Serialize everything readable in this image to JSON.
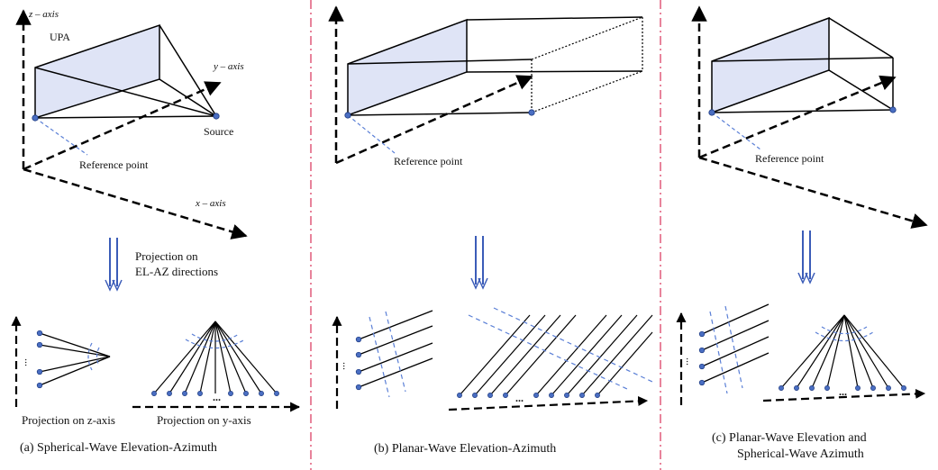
{
  "panel_a": {
    "axis_z": "z – axis",
    "axis_y": "y – axis",
    "axis_x": "x – axis",
    "upa": "UPA",
    "source": "Source",
    "reference_point": "Reference point",
    "projection_note_line1": "Projection on",
    "projection_note_line2": "EL-AZ directions",
    "proj_z": "Projection on z-axis",
    "proj_y": "Projection on y-axis",
    "caption": "(a) Spherical-Wave Elevation-Azimuth"
  },
  "panel_b": {
    "reference_point": "Reference point",
    "caption": "(b) Planar-Wave Elevation-Azimuth"
  },
  "panel_c": {
    "reference_point": "Reference point",
    "caption_line1": "(c) Planar-Wave Elevation and",
    "caption_line2": "Spherical-Wave Azimuth"
  },
  "dots_symbol": "...",
  "colors": {
    "panel_fill": "#dfe4f6",
    "reference_line": "#5a7fd6",
    "dot": "#4a6ec2",
    "projection_arrow": "#3b5cb8",
    "separator": "#e05a7a"
  }
}
